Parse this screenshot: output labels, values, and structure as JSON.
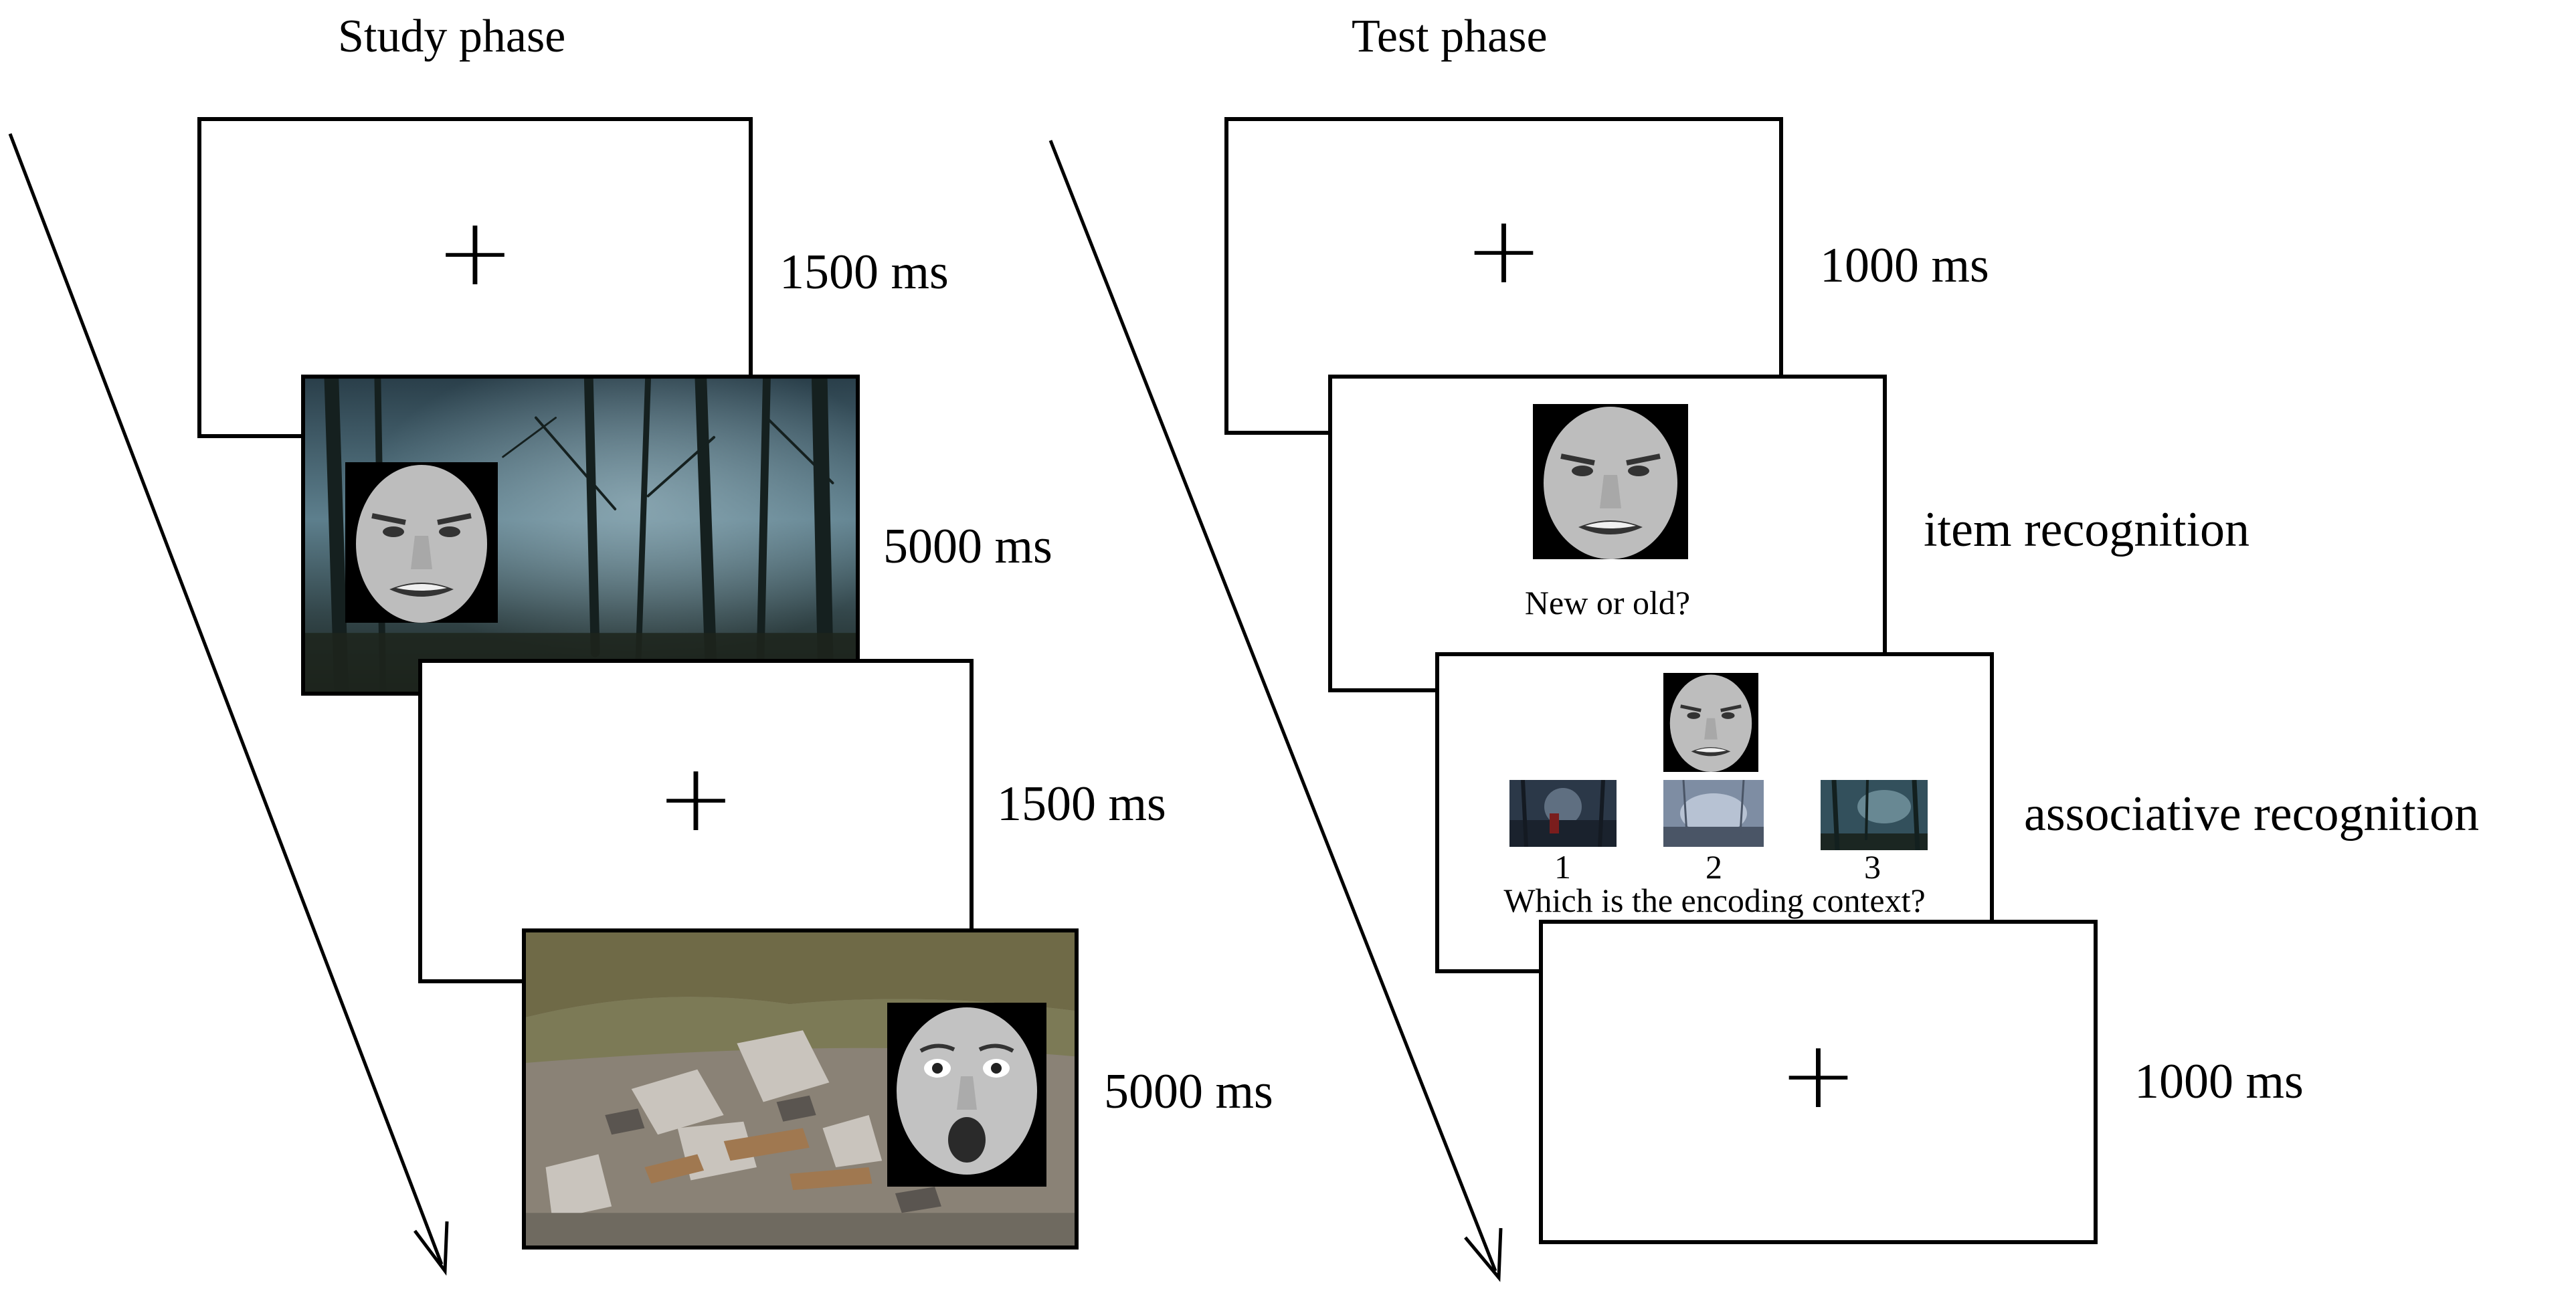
{
  "study": {
    "title": "Study phase",
    "fix1_duration": "1500 ms",
    "scene1_duration": "5000 ms",
    "fix2_duration": "1500 ms",
    "scene2_duration": "5000 ms",
    "fixation_symbol": "+"
  },
  "test": {
    "title": "Test phase",
    "fix1_duration": "1000 ms",
    "item_label": "item recognition",
    "item_question": "New or old?",
    "assoc_label": "associative recognition",
    "assoc_question": "Which is the encoding context?",
    "options": [
      "1",
      "2",
      "3"
    ],
    "fix2_duration": "1000 ms",
    "fixation_symbol": "+"
  },
  "colors": {
    "forest_dark": "#1d2a30",
    "forest_light": "#5d7f8d",
    "rubble_sky": "#6f6a47",
    "rubble_ground": "#8a8276",
    "face_skin": "#bdbdbd",
    "face_bg": "#000000"
  },
  "icons": {
    "fixation": "fixation-cross-icon",
    "angry_face": "angry-face-image",
    "surprised_face": "surprised-face-image"
  }
}
